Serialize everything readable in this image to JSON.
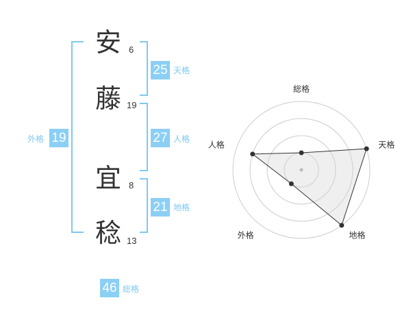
{
  "name": {
    "characters": [
      {
        "char": "安",
        "strokes": "6"
      },
      {
        "char": "藤",
        "strokes": "19"
      },
      {
        "char": "宜",
        "strokes": "8"
      },
      {
        "char": "稔",
        "strokes": "13"
      }
    ]
  },
  "kakusu": {
    "tenkaku": {
      "label": "天格",
      "value": "25"
    },
    "jinkaku": {
      "label": "人格",
      "value": "27"
    },
    "chikaku": {
      "label": "地格",
      "value": "21"
    },
    "gaikaku": {
      "label": "外格",
      "value": "19"
    },
    "soukaku": {
      "label": "総格",
      "value": "46"
    }
  },
  "colors": {
    "accent": "#7ec8f2",
    "badge": "#8bcff5"
  },
  "chart_data": {
    "type": "radar",
    "axes": [
      "総格",
      "天格",
      "地格",
      "外格",
      "人格"
    ],
    "rings": 4,
    "max": 4,
    "values": [
      1,
      4,
      4,
      1,
      3
    ]
  }
}
